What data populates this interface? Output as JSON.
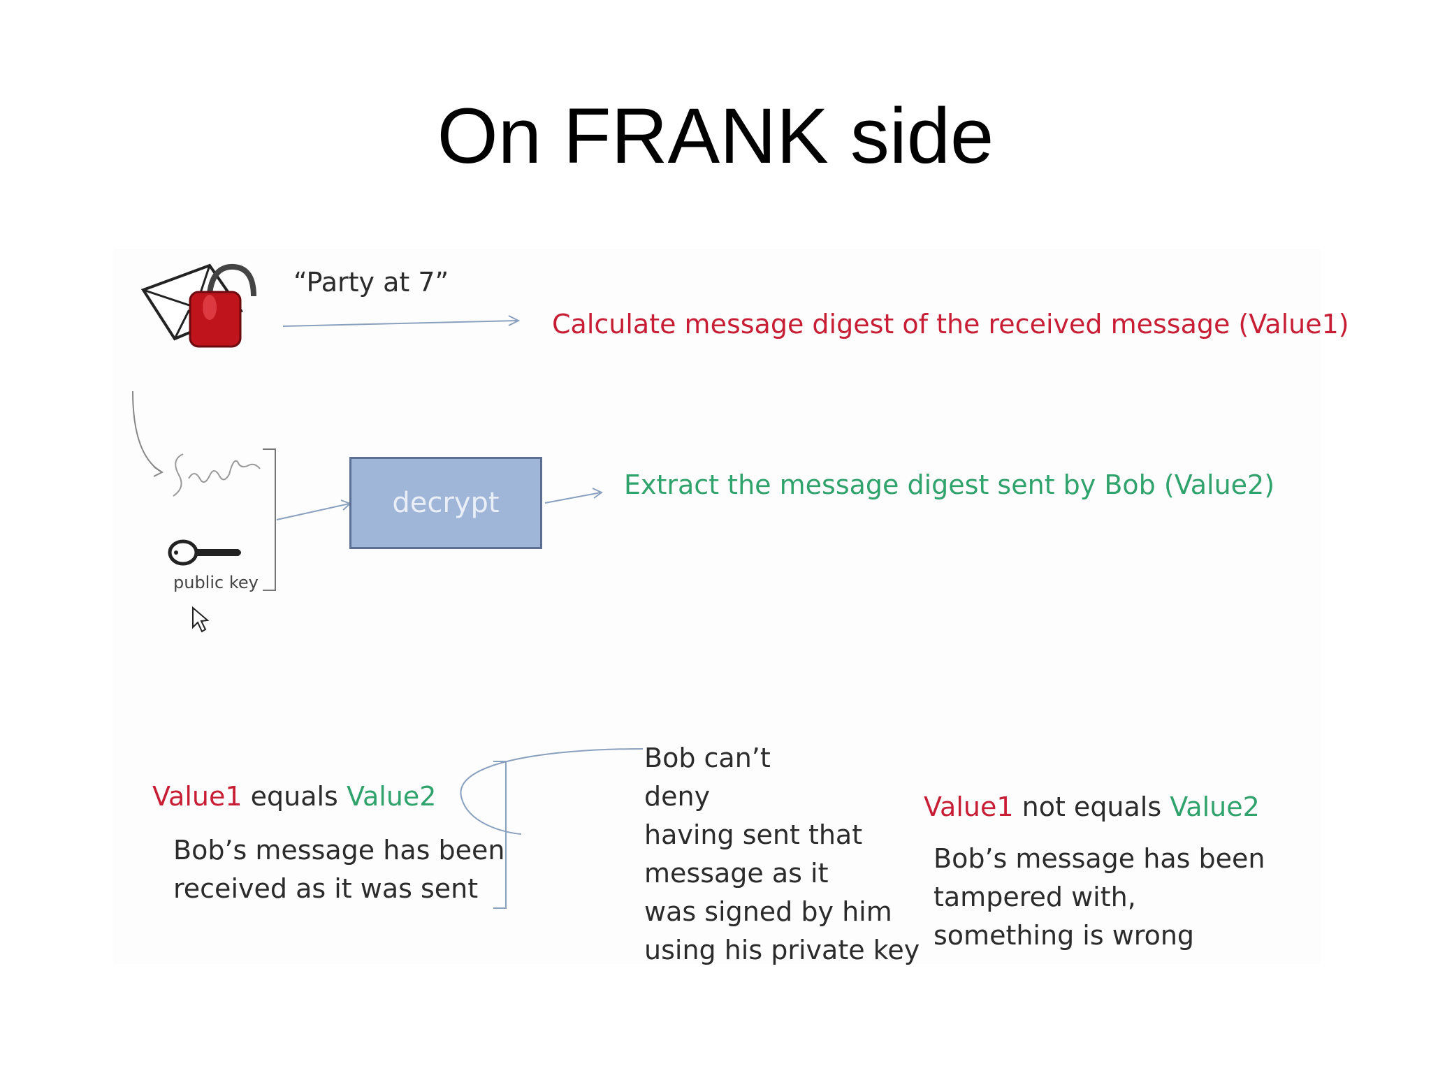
{
  "title": "On FRANK side",
  "diagram": {
    "quote": "“Party at 7”",
    "step1": "Calculate message digest of the received message (Value1)",
    "signature_label": "Signature",
    "key_label": "public key",
    "decrypt_label": "decrypt",
    "step2": "Extract the message digest sent by Bob (Value2)",
    "equal_case": {
      "value1": "Value1",
      "relation": "equals",
      "value2": "Value2",
      "line1": "Bob’s message has been",
      "line2": "received as it was sent"
    },
    "note_lines": [
      "Bob can’t",
      "deny",
      "having sent that",
      "message as it",
      "was signed by him",
      "using his private key"
    ],
    "unequal_case": {
      "value1": "Value1",
      "relation": "not equals",
      "value2": "Value2",
      "line1": "Bob’s message has been",
      "line2": "tampered with,",
      "line3": "something is wrong"
    }
  },
  "colors": {
    "value1": "#c81e35",
    "value2": "#2fa36b",
    "box_fill": "#9fb6d8"
  }
}
